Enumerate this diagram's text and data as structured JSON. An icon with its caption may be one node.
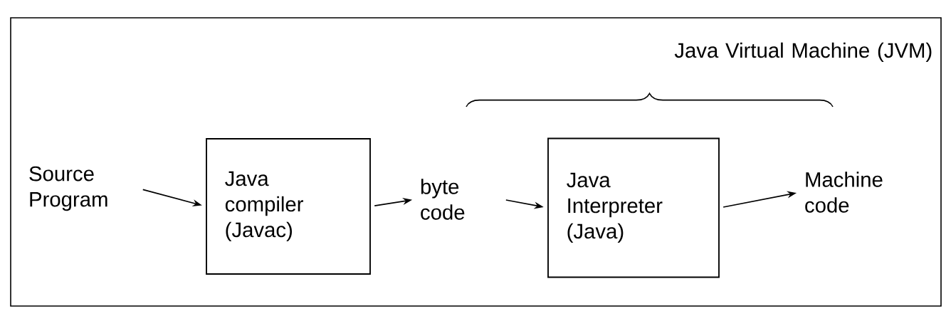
{
  "diagram": {
    "nodes": [
      {
        "text": [
          "Source Program"
        ]
      },
      {
        "text": [
          "Java compiler (Javac)"
        ]
      },
      {
        "text": [
          "byte code"
        ]
      },
      {
        "text": [
          "Java Interpreter (Java)"
        ]
      },
      {
        "text": [
          "Machine code"
        ]
      }
    ],
    "edges": [
      {
        "from": 0,
        "to": 1,
        "arrow": "to"
      },
      {
        "from": 1,
        "to": 2,
        "arrow": "to"
      },
      {
        "from": 2,
        "to": 3,
        "arrow": "to"
      },
      {
        "from": 3,
        "to": 4,
        "arrow": "to"
      }
    ],
    "labels": [
      "Java Virtual Machine (JVM)"
    ]
  }
}
